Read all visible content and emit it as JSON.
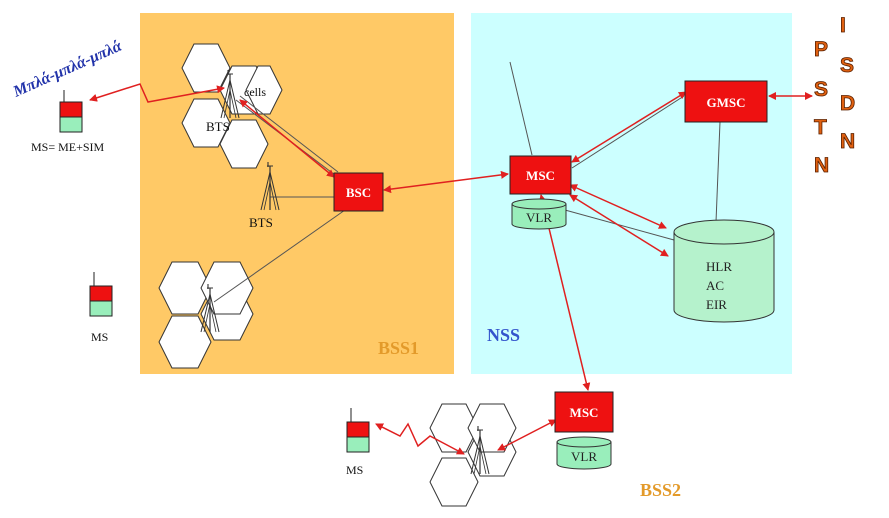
{
  "regions": {
    "bss1": {
      "label": "BSS1",
      "color": "#FFC966",
      "label_color": "#E39A2A"
    },
    "nss": {
      "label": "NSS",
      "color": "#CCFFFF",
      "label_color": "#3355CC"
    },
    "bss2": {
      "label": "BSS2",
      "label_color": "#E39A2A"
    }
  },
  "nodes": {
    "bsc": "BSC",
    "msc_main": "MSC",
    "vlr_main": "VLR",
    "gmsc": "GMSC",
    "db_lines": [
      "HLR",
      "AC",
      "EIR"
    ],
    "msc_bss2": "MSC",
    "vlr_bss2": "VLR"
  },
  "labels": {
    "cells": "cells",
    "bts_top": "BTS",
    "bts_mid": "BTS",
    "ms_top": "MS= ME+SIM",
    "ms_mid": "MS",
    "ms_bottom": "MS",
    "greek": "Μπλά-μπλά-μπλά"
  },
  "pstn_letters": [
    "P",
    "S",
    "T",
    "N"
  ],
  "isdn_letters": [
    "I",
    "S",
    "D",
    "N"
  ],
  "colors": {
    "red_box": "#EE1111",
    "arrow": "#E02020",
    "vlr_fill": "#99EEBB",
    "db_fill": "#B5F2CC",
    "hex_fill": "#FFFFFF",
    "phone_top": "#EE1111",
    "phone_bottom": "#99EEBB",
    "pstn_isdn": "#E06010"
  }
}
